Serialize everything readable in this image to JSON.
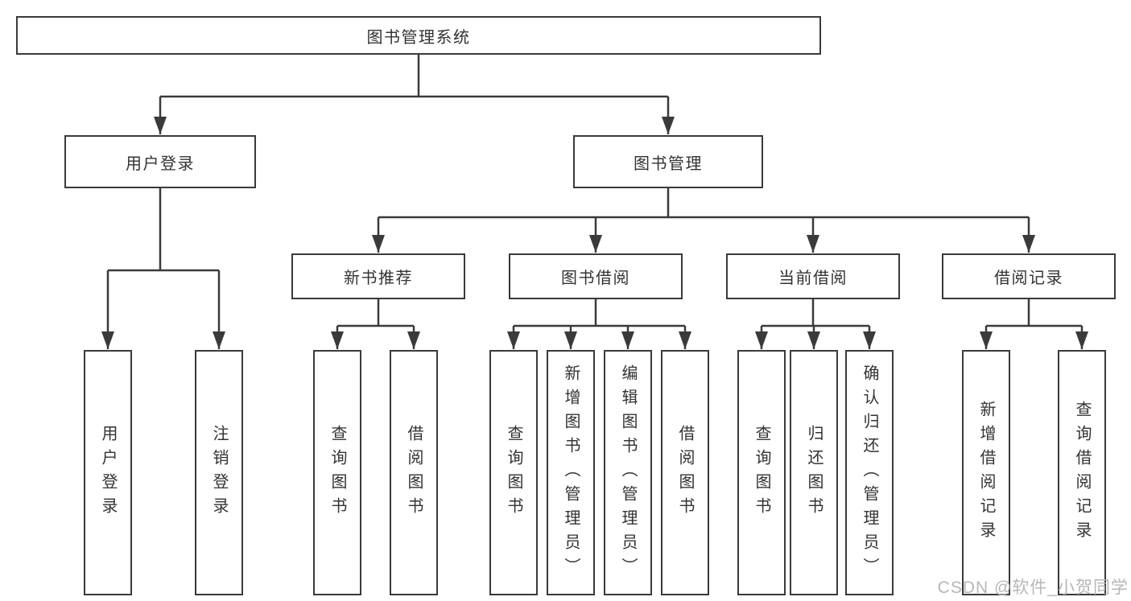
{
  "diagram": {
    "root": {
      "label": "图书管理系统"
    },
    "level2": [
      {
        "label": "用户登录"
      },
      {
        "label": "图书管理"
      }
    ],
    "level3": [
      {
        "label": "新书推荐"
      },
      {
        "label": "图书借阅"
      },
      {
        "label": "当前借阅"
      },
      {
        "label": "借阅记录"
      }
    ],
    "leaves": {
      "user_login": [
        "用户登录",
        "注销登录"
      ],
      "new_book_recommend": [
        "查询图书",
        "借阅图书"
      ],
      "book_borrow": [
        "查询图书",
        "新增图书（管理员）",
        "编辑图书（管理员）",
        "借阅图书"
      ],
      "current_borrow": [
        "查询图书",
        "归还图书",
        "确认归还（管理员）"
      ],
      "borrow_records": [
        "新增借阅记录",
        "查询借阅记录"
      ]
    }
  },
  "watermark": "CSDN @软件_小贺同学",
  "colors": {
    "line": "#3a3a3a",
    "box_border": "#3a3a3a",
    "box_fill": "#ffffff",
    "text": "#333333",
    "watermark_text": "#b7b7b7"
  }
}
